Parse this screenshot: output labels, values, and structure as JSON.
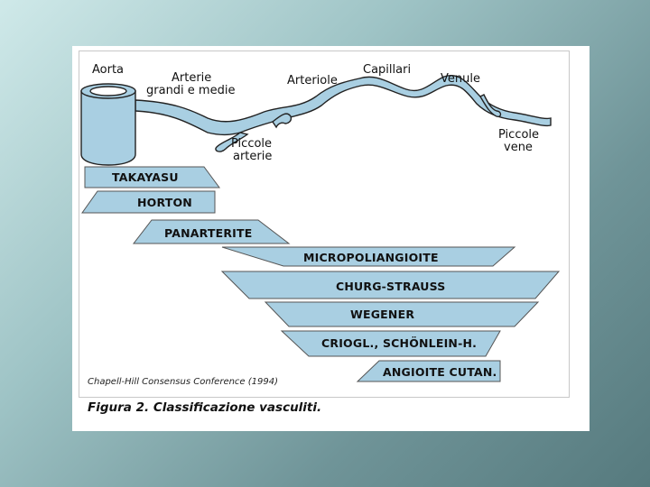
{
  "vessels": {
    "aorta": "Aorta",
    "arterie_line1": "Arterie",
    "arterie_line2": "grandi e medie",
    "arteriole": "Arteriole",
    "capillari": "Capillari",
    "venule": "Venule",
    "piccole_arterie_line1": "Piccole",
    "piccole_arterie_line2": "arterie",
    "piccole_vene_line1": "Piccole",
    "piccole_vene_line2": "vene"
  },
  "bars": [
    "TAKAYASU",
    "HORTON",
    "PANARTERITE",
    "MICROPOLIANGIOITE",
    "CHURG-STRAUSS",
    "WEGENER",
    "CRIOGL., SCHÖNLEIN-H.",
    "ANGIOITE CUTAN."
  ],
  "colors": {
    "vessel_fill": "#a9cfe2",
    "bar_fill": "#a9cfe2",
    "stroke": "#222222"
  },
  "source": "Chapell-Hill Consensus Conference (1994)",
  "caption": "Figura 2. Classificazione vasculiti."
}
